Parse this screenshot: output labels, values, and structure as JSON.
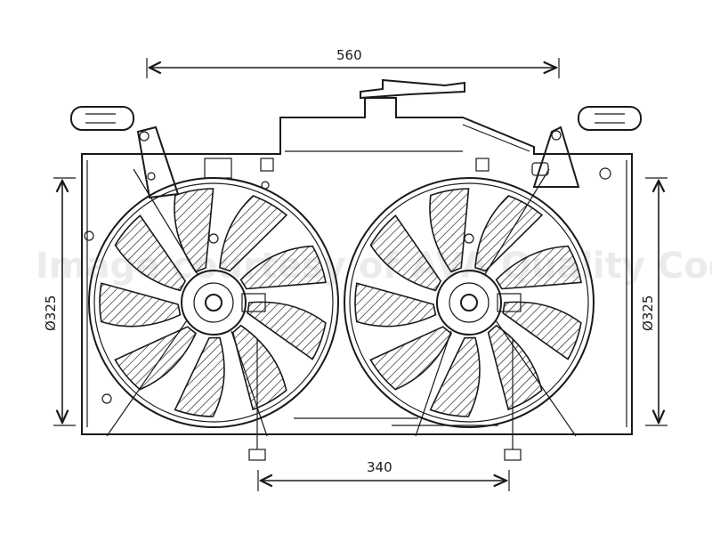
{
  "dimensions": {
    "width_label": "560",
    "hub_spacing_label": "340",
    "left_diameter_label": "Ø325",
    "right_diameter_label": "Ø325"
  },
  "watermark": "Image courtesy of AVA Quality Cooling b.v."
}
